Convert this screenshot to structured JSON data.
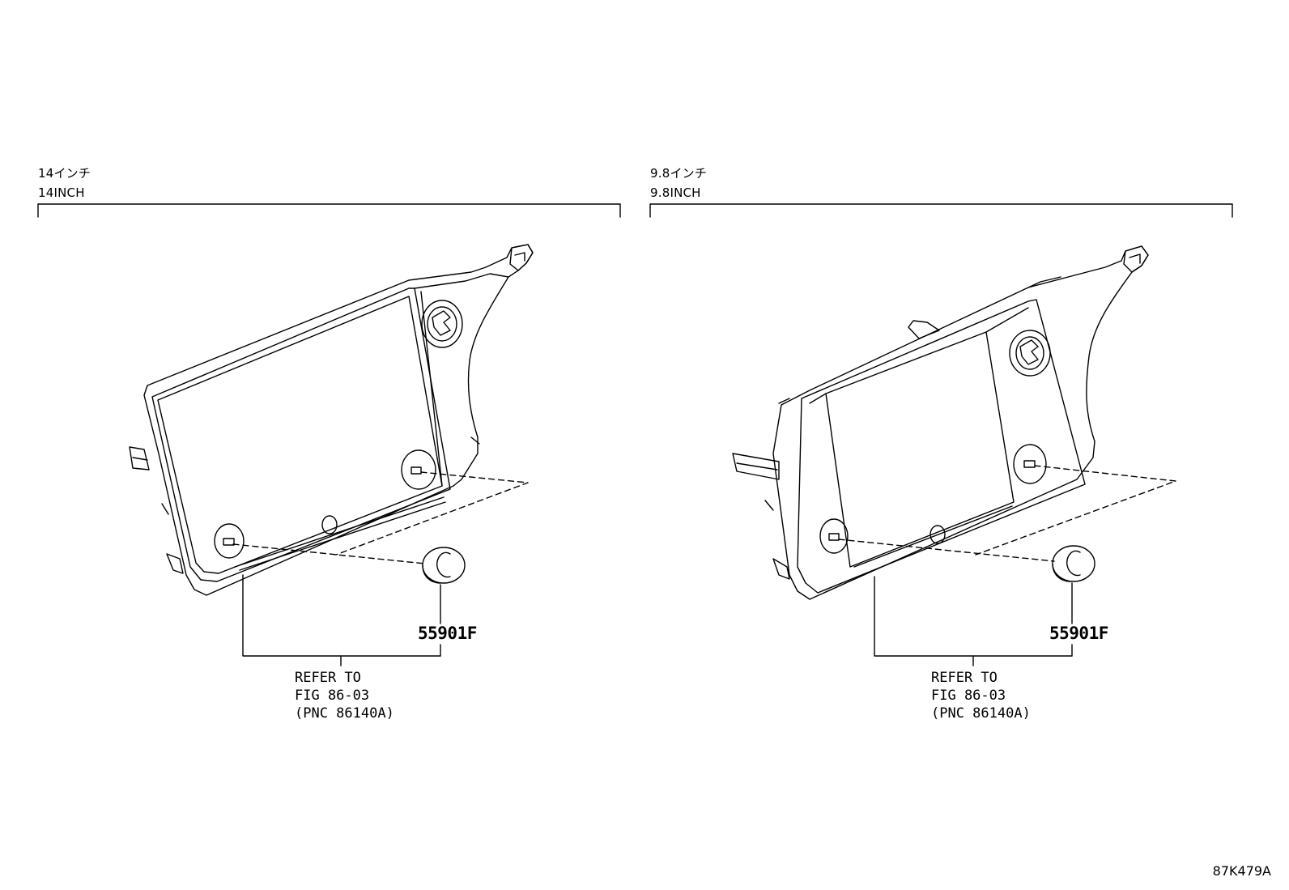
{
  "panels": [
    {
      "title_jp": "14インチ",
      "title_en": "14INCH",
      "part_number": "55901F",
      "reference": [
        "REFER TO",
        "FIG 86-03",
        "(PNC 86140A)"
      ]
    },
    {
      "title_jp": "9.8インチ",
      "title_en": "9.8INCH",
      "part_number": "55901F",
      "reference": [
        "REFER TO",
        "FIG 86-03",
        "(PNC 86140A)"
      ]
    }
  ],
  "figure_code": "87K479A"
}
